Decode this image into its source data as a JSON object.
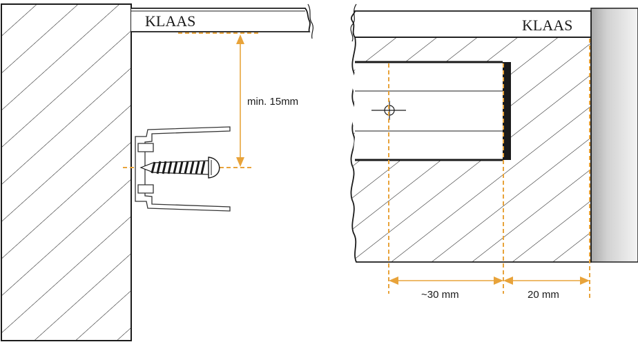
{
  "left_panel": {
    "plank_label": "KLAAS",
    "clearance_label": "min. 15mm"
  },
  "right_panel": {
    "plank_label": "KLAAS",
    "depth_label": "~30 mm",
    "offset_label": "20 mm"
  },
  "colors": {
    "guide": "#e8a33a",
    "line": "#1a1a1a",
    "hatch": "#1a1a1a",
    "wall_gray": "#c4c4c4"
  }
}
